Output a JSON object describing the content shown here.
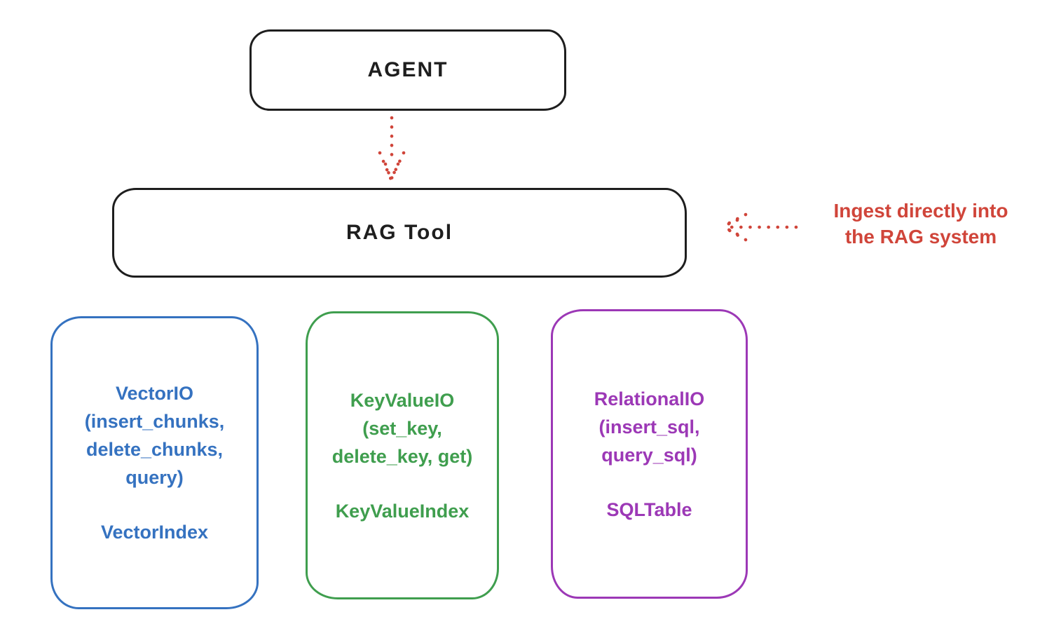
{
  "diagram": {
    "nodes": {
      "agent": {
        "label": "AGENT"
      },
      "rag_tool": {
        "label": "RAG Tool"
      }
    },
    "annotation": {
      "lines": [
        "Ingest directly into",
        "the RAG system"
      ]
    },
    "arrows": {
      "agent_to_rag": "dotted arrow from AGENT down into RAG Tool",
      "ingest_to_rag": "dotted arrow pointing left from annotation into RAG Tool"
    },
    "stores": [
      {
        "name": "vector-io",
        "color": "#3572c0",
        "io_lines": [
          "VectorIO",
          "(insert_chunks,",
          "delete_chunks,",
          "query)"
        ],
        "index_label": "VectorIndex"
      },
      {
        "name": "keyvalue-io",
        "color": "#3f9e4e",
        "io_lines": [
          "KeyValueIO",
          "(set_key,",
          "delete_key, get)"
        ],
        "index_label": "KeyValueIndex"
      },
      {
        "name": "relational-io",
        "color": "#9c38b6",
        "io_lines": [
          "RelationalIO",
          "(insert_sql,",
          "query_sql)"
        ],
        "index_label": "SQLTable"
      }
    ],
    "colors": {
      "stroke": "#1e1e1e",
      "red": "#d0453a",
      "background": "#ffffff"
    }
  }
}
